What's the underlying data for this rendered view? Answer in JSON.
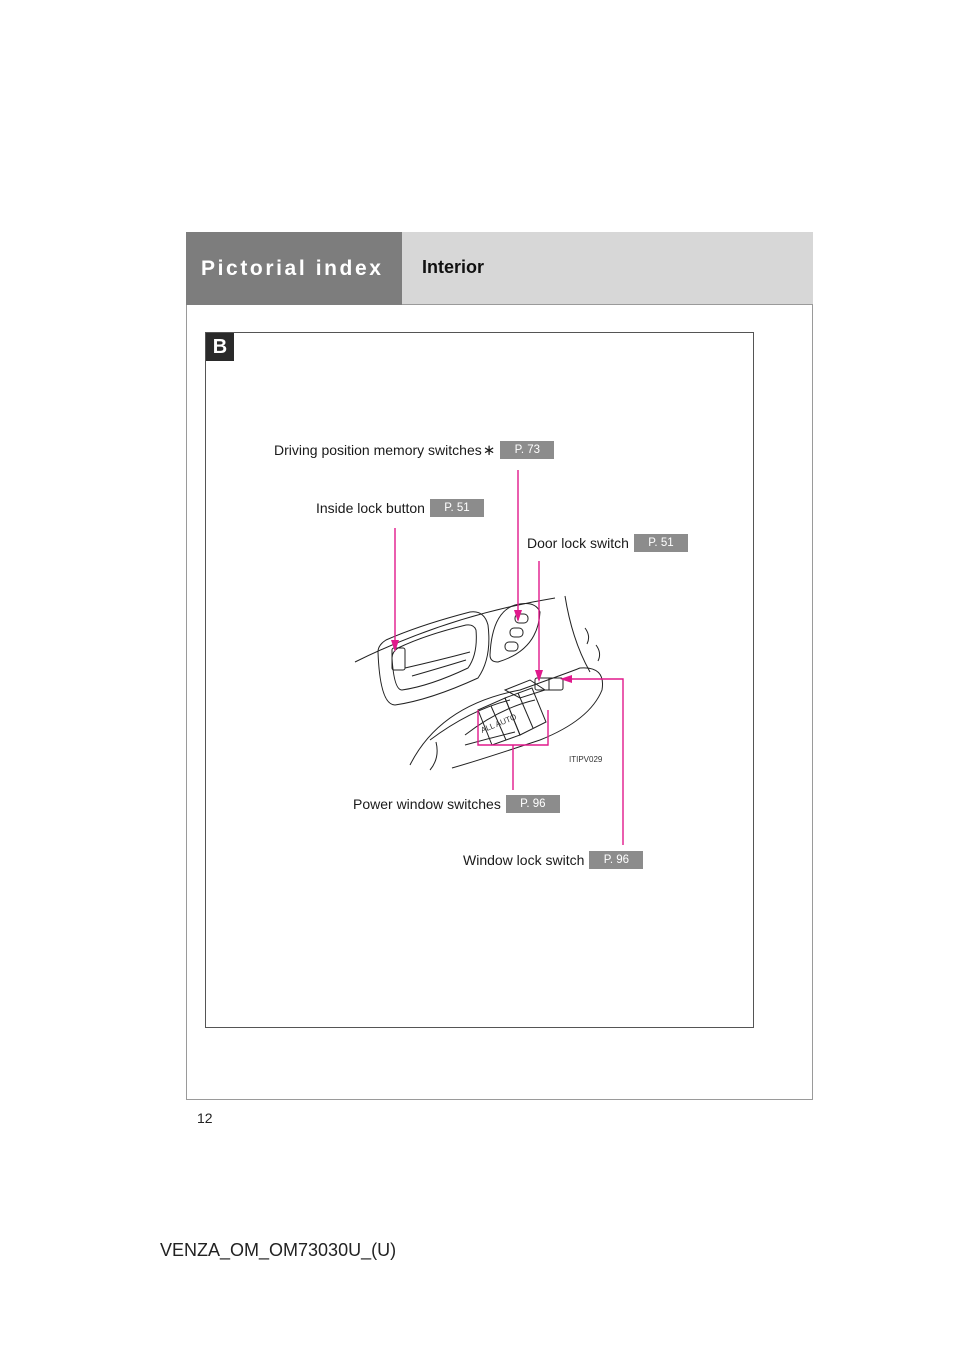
{
  "header": {
    "section_title": "Pictorial index",
    "subsection_title": "Interior"
  },
  "figure": {
    "badge": "B",
    "figure_id": "ITIPV029",
    "switch_label": "ALL AUTO",
    "callouts": [
      {
        "label": "Driving position memory switches",
        "suffix": "∗",
        "ref": "P. 73"
      },
      {
        "label": "Inside lock button",
        "ref": "P. 51"
      },
      {
        "label": "Door lock switch",
        "ref": "P. 51"
      },
      {
        "label": "Power window switches",
        "ref": "P. 96"
      },
      {
        "label": "Window lock switch",
        "ref": "P. 96"
      }
    ]
  },
  "colors": {
    "leader_line": "#e0198c",
    "header_dark": "#7d7d7d",
    "header_light": "#d7d7d7",
    "ref_tag": "#8c8c8c"
  },
  "footer": {
    "page_number": "12",
    "document_code": "VENZA_OM_OM73030U_(U)"
  }
}
